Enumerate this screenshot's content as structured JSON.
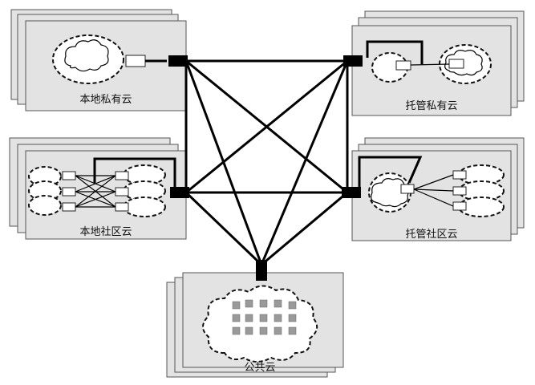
{
  "clouds": {
    "local_private": {
      "label": "本地私有云"
    },
    "hosted_private": {
      "label": "托管私有云"
    },
    "local_community": {
      "label": "本地社区云"
    },
    "hosted_community": {
      "label": "托管社区云"
    },
    "public": {
      "label": "公共云"
    }
  },
  "colors": {
    "panel": "#e3e3e3",
    "line": "#000000",
    "background": "#ffffff"
  },
  "icons": {
    "cloud": "dashed-cloud-icon",
    "server": "server-cube-icon",
    "connector": "connector-block-icon"
  }
}
